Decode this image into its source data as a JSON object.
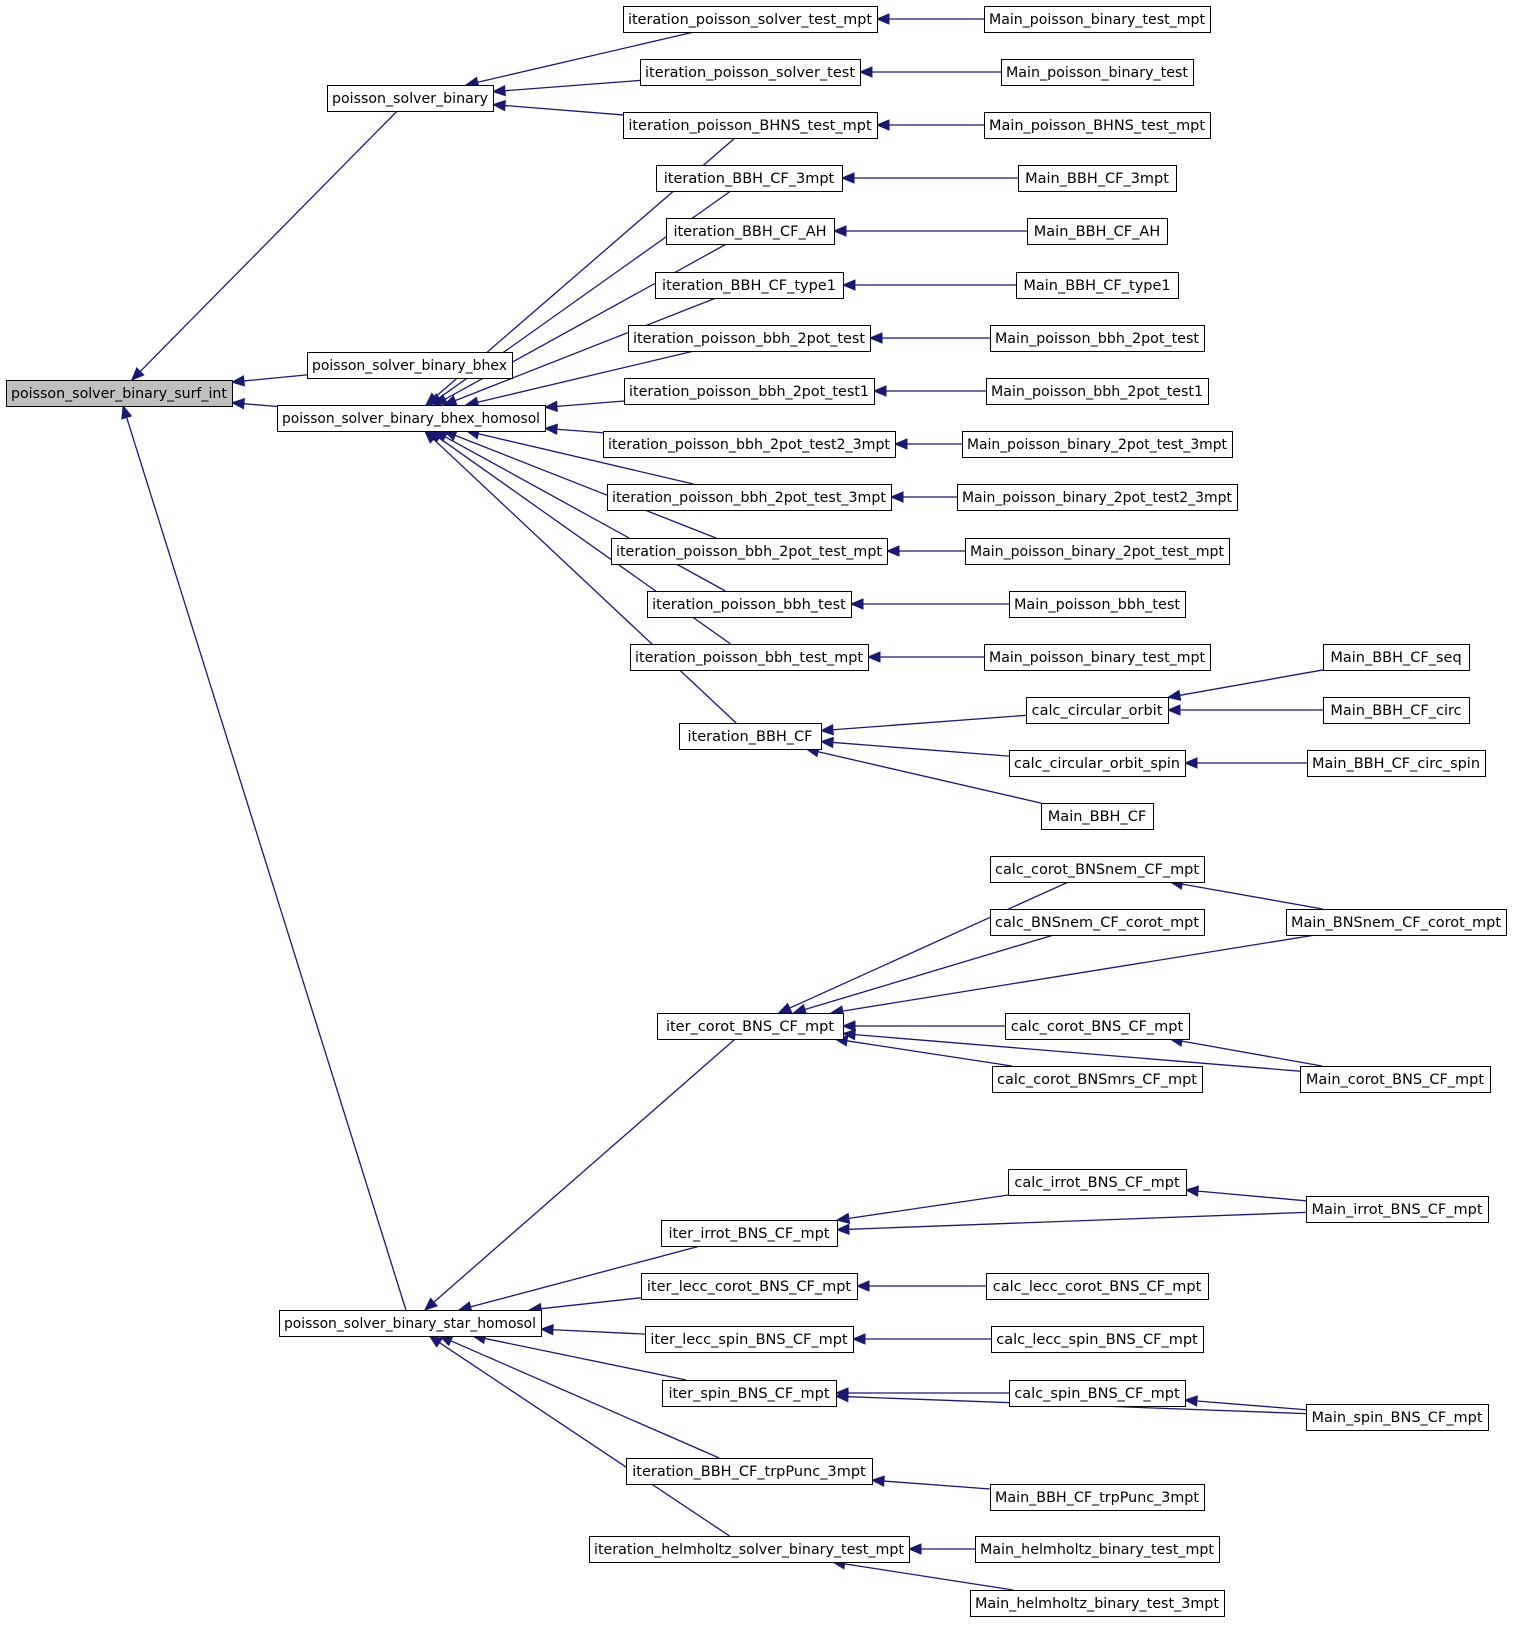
{
  "colors": {
    "edge": "#191970",
    "node_fill": "#ffffff",
    "root_fill": "#bfbfbf",
    "node_border": "#000000"
  },
  "graph": {
    "root": "poisson_solver_binary_surf_int",
    "nodes": [
      {
        "id": "root",
        "label": "poisson_solver_binary_surf_int"
      },
      {
        "id": "psb",
        "label": "poisson_solver_binary"
      },
      {
        "id": "psbb",
        "label": "poisson_solver_binary_bhex"
      },
      {
        "id": "psbbh",
        "label": "poisson_solver_binary_bhex_homosol"
      },
      {
        "id": "psbsh",
        "label": "poisson_solver_binary_star_homosol"
      },
      {
        "id": "ipstm",
        "label": "iteration_poisson_solver_test_mpt"
      },
      {
        "id": "ipst",
        "label": "iteration_poisson_solver_test"
      },
      {
        "id": "ipbhns",
        "label": "iteration_poisson_BHNS_test_mpt"
      },
      {
        "id": "ibcf3",
        "label": "iteration_BBH_CF_3mpt"
      },
      {
        "id": "ibcfah",
        "label": "iteration_BBH_CF_AH"
      },
      {
        "id": "ibcft1",
        "label": "iteration_BBH_CF_type1"
      },
      {
        "id": "ipb2t",
        "label": "iteration_poisson_bbh_2pot_test"
      },
      {
        "id": "ipb2t1",
        "label": "iteration_poisson_bbh_2pot_test1"
      },
      {
        "id": "ipb2t23",
        "label": "iteration_poisson_bbh_2pot_test2_3mpt"
      },
      {
        "id": "ipb2t3",
        "label": "iteration_poisson_bbh_2pot_test_3mpt"
      },
      {
        "id": "ipb2tm",
        "label": "iteration_poisson_bbh_2pot_test_mpt"
      },
      {
        "id": "ipbt",
        "label": "iteration_poisson_bbh_test"
      },
      {
        "id": "ipbtm",
        "label": "iteration_poisson_bbh_test_mpt"
      },
      {
        "id": "ibcf",
        "label": "iteration_BBH_CF"
      },
      {
        "id": "mpbtm1",
        "label": "Main_poisson_binary_test_mpt"
      },
      {
        "id": "mpbt",
        "label": "Main_poisson_binary_test"
      },
      {
        "id": "mpbhns",
        "label": "Main_poisson_BHNS_test_mpt"
      },
      {
        "id": "mbcf3",
        "label": "Main_BBH_CF_3mpt"
      },
      {
        "id": "mbcfah",
        "label": "Main_BBH_CF_AH"
      },
      {
        "id": "mbcft1",
        "label": "Main_BBH_CF_type1"
      },
      {
        "id": "mpb2t",
        "label": "Main_poisson_bbh_2pot_test"
      },
      {
        "id": "mpb2t1",
        "label": "Main_poisson_bbh_2pot_test1"
      },
      {
        "id": "mpb2t3",
        "label": "Main_poisson_binary_2pot_test_3mpt"
      },
      {
        "id": "mpb2t23",
        "label": "Main_poisson_binary_2pot_test2_3mpt"
      },
      {
        "id": "mpb2tm",
        "label": "Main_poisson_binary_2pot_test_mpt"
      },
      {
        "id": "mpbbt",
        "label": "Main_poisson_bbh_test"
      },
      {
        "id": "mpbtm2",
        "label": "Main_poisson_binary_test_mpt"
      },
      {
        "id": "cco",
        "label": "calc_circular_orbit"
      },
      {
        "id": "ccos",
        "label": "calc_circular_orbit_spin"
      },
      {
        "id": "mbcf",
        "label": "Main_BBH_CF"
      },
      {
        "id": "mbcfseq",
        "label": "Main_BBH_CF_seq"
      },
      {
        "id": "mbcfcirc",
        "label": "Main_BBH_CF_circ"
      },
      {
        "id": "mbcfcs",
        "label": "Main_BBH_CF_circ_spin"
      },
      {
        "id": "icbcf",
        "label": "iter_corot_BNS_CF_mpt"
      },
      {
        "id": "ccbnem",
        "label": "calc_corot_BNSnem_CF_mpt"
      },
      {
        "id": "cbnemc",
        "label": "calc_BNSnem_CF_corot_mpt"
      },
      {
        "id": "ccbns",
        "label": "calc_corot_BNS_CF_mpt"
      },
      {
        "id": "ccbnsmrs",
        "label": "calc_corot_BNSmrs_CF_mpt"
      },
      {
        "id": "mbnemc",
        "label": "Main_BNSnem_CF_corot_mpt"
      },
      {
        "id": "mcbns",
        "label": "Main_corot_BNS_CF_mpt"
      },
      {
        "id": "iibcf",
        "label": "iter_irrot_BNS_CF_mpt"
      },
      {
        "id": "cibns",
        "label": "calc_irrot_BNS_CF_mpt"
      },
      {
        "id": "mibns",
        "label": "Main_irrot_BNS_CF_mpt"
      },
      {
        "id": "ilcbcf",
        "label": "iter_lecc_corot_BNS_CF_mpt"
      },
      {
        "id": "clcbns",
        "label": "calc_lecc_corot_BNS_CF_mpt"
      },
      {
        "id": "ilsbcf",
        "label": "iter_lecc_spin_BNS_CF_mpt"
      },
      {
        "id": "clsbns",
        "label": "calc_lecc_spin_BNS_CF_mpt"
      },
      {
        "id": "isbcf",
        "label": "iter_spin_BNS_CF_mpt"
      },
      {
        "id": "csbns",
        "label": "calc_spin_BNS_CF_mpt"
      },
      {
        "id": "msbns",
        "label": "Main_spin_BNS_CF_mpt"
      },
      {
        "id": "ibcftp",
        "label": "iteration_BBH_CF_trpPunc_3mpt"
      },
      {
        "id": "mbcftp",
        "label": "Main_BBH_CF_trpPunc_3mpt"
      },
      {
        "id": "ihsbtm",
        "label": "iteration_helmholtz_solver_binary_test_mpt"
      },
      {
        "id": "mhbtm",
        "label": "Main_helmholtz_binary_test_mpt"
      },
      {
        "id": "mhbt3",
        "label": "Main_helmholtz_binary_test_3mpt"
      }
    ],
    "edges": [
      {
        "from": "psb",
        "to": "root"
      },
      {
        "from": "psbb",
        "to": "root"
      },
      {
        "from": "psbbh",
        "to": "root"
      },
      {
        "from": "psbsh",
        "to": "root"
      },
      {
        "from": "ipstm",
        "to": "psb"
      },
      {
        "from": "ipst",
        "to": "psb"
      },
      {
        "from": "ipbhns",
        "to": "psb"
      },
      {
        "from": "ipbhns",
        "to": "psbbh"
      },
      {
        "from": "ibcf3",
        "to": "psbbh"
      },
      {
        "from": "ibcfah",
        "to": "psbbh"
      },
      {
        "from": "ibcft1",
        "to": "psbbh"
      },
      {
        "from": "ipb2t",
        "to": "psbbh"
      },
      {
        "from": "ipb2t1",
        "to": "psbbh"
      },
      {
        "from": "ipb2t23",
        "to": "psbbh"
      },
      {
        "from": "ipb2t3",
        "to": "psbbh"
      },
      {
        "from": "ipb2tm",
        "to": "psbbh"
      },
      {
        "from": "ipbt",
        "to": "psbbh"
      },
      {
        "from": "ipbtm",
        "to": "psbbh"
      },
      {
        "from": "ibcf",
        "to": "psbbh"
      },
      {
        "from": "mpbtm1",
        "to": "ipstm"
      },
      {
        "from": "mpbt",
        "to": "ipst"
      },
      {
        "from": "mpbhns",
        "to": "ipbhns"
      },
      {
        "from": "mbcf3",
        "to": "ibcf3"
      },
      {
        "from": "mbcfah",
        "to": "ibcfah"
      },
      {
        "from": "mbcft1",
        "to": "ibcft1"
      },
      {
        "from": "mpb2t",
        "to": "ipb2t"
      },
      {
        "from": "mpb2t1",
        "to": "ipb2t1"
      },
      {
        "from": "mpb2t3",
        "to": "ipb2t23"
      },
      {
        "from": "mpb2t23",
        "to": "ipb2t3"
      },
      {
        "from": "mpb2tm",
        "to": "ipb2tm"
      },
      {
        "from": "mpbbt",
        "to": "ipbt"
      },
      {
        "from": "mpbtm2",
        "to": "ipbtm"
      },
      {
        "from": "cco",
        "to": "ibcf"
      },
      {
        "from": "ccos",
        "to": "ibcf"
      },
      {
        "from": "mbcf",
        "to": "ibcf"
      },
      {
        "from": "mbcfseq",
        "to": "cco"
      },
      {
        "from": "mbcfcirc",
        "to": "cco"
      },
      {
        "from": "mbcfcs",
        "to": "ccos"
      },
      {
        "from": "icbcf",
        "to": "psbsh"
      },
      {
        "from": "iibcf",
        "to": "psbsh"
      },
      {
        "from": "ilcbcf",
        "to": "psbsh"
      },
      {
        "from": "ilsbcf",
        "to": "psbsh"
      },
      {
        "from": "isbcf",
        "to": "psbsh"
      },
      {
        "from": "ibcftp",
        "to": "psbsh"
      },
      {
        "from": "ihsbtm",
        "to": "psbsh"
      },
      {
        "from": "ccbnem",
        "to": "icbcf"
      },
      {
        "from": "cbnemc",
        "to": "icbcf"
      },
      {
        "from": "mbnemc",
        "to": "icbcf"
      },
      {
        "from": "ccbns",
        "to": "icbcf"
      },
      {
        "from": "ccbnsmrs",
        "to": "icbcf"
      },
      {
        "from": "mcbns",
        "to": "icbcf"
      },
      {
        "from": "mbnemc",
        "to": "ccbnem"
      },
      {
        "from": "mcbns",
        "to": "ccbns"
      },
      {
        "from": "cibns",
        "to": "iibcf"
      },
      {
        "from": "mibns",
        "to": "iibcf"
      },
      {
        "from": "mibns",
        "to": "cibns"
      },
      {
        "from": "clcbns",
        "to": "ilcbcf"
      },
      {
        "from": "clsbns",
        "to": "ilsbcf"
      },
      {
        "from": "csbns",
        "to": "isbcf"
      },
      {
        "from": "msbns",
        "to": "isbcf"
      },
      {
        "from": "msbns",
        "to": "csbns"
      },
      {
        "from": "mbcftp",
        "to": "ibcftp"
      },
      {
        "from": "mhbtm",
        "to": "ihsbtm"
      },
      {
        "from": "mhbt3",
        "to": "ihsbtm"
      }
    ]
  }
}
